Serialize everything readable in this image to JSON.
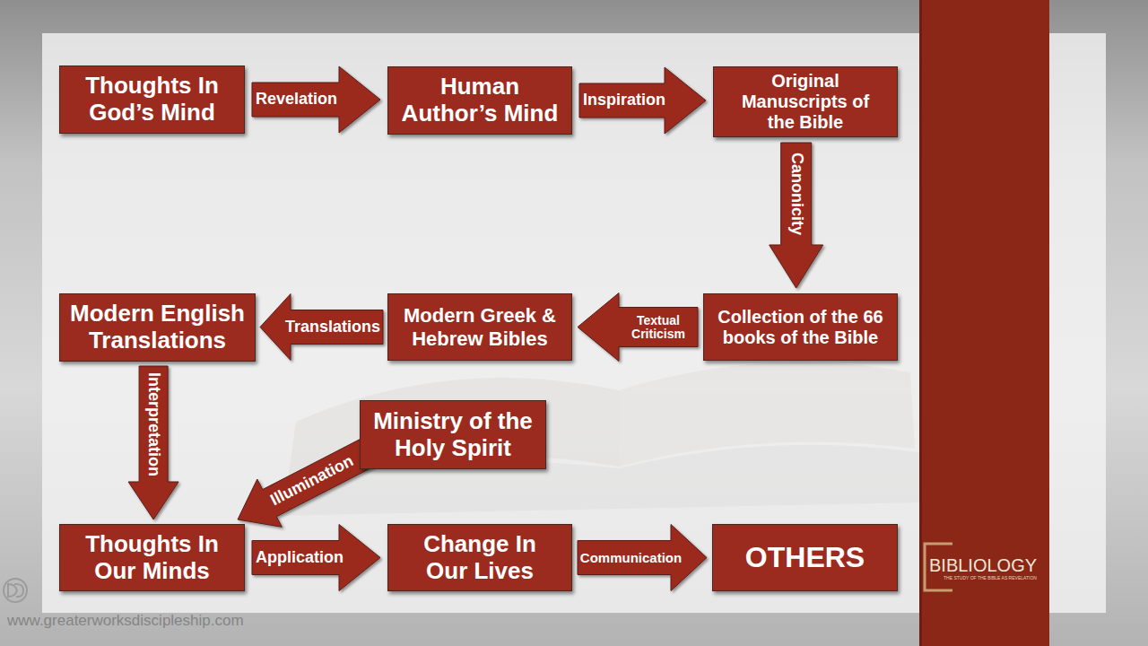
{
  "diagram": {
    "nodes": [
      {
        "text": [
          "Thoughts In God’s Mind"
        ]
      },
      {
        "text": [
          "Human Author’s Mind"
        ]
      },
      {
        "text": [
          "Original Manuscripts of the Bible"
        ]
      },
      {
        "text": [
          "Collection of the 66 books of the Bible"
        ]
      },
      {
        "text": [
          "Modern Greek & Hebrew Bibles"
        ]
      },
      {
        "text": [
          "Modern English Translations"
        ]
      },
      {
        "text": [
          "Ministry of the Holy Spirit"
        ]
      },
      {
        "text": [
          "Thoughts In Our Minds"
        ]
      },
      {
        "text": [
          "Change In Our Lives"
        ]
      },
      {
        "text": [
          "OTHERS"
        ]
      }
    ],
    "edges": [
      {
        "from": 0,
        "to": 1,
        "label": "Revelation",
        "arrow": "to"
      },
      {
        "from": 1,
        "to": 2,
        "label": "Inspiration",
        "arrow": "to"
      },
      {
        "from": 2,
        "to": 3,
        "label": "Canonicity",
        "arrow": "to"
      },
      {
        "from": 3,
        "to": 4,
        "label": "Textual Criticism",
        "arrow": "to"
      },
      {
        "from": 4,
        "to": 5,
        "label": "Translations",
        "arrow": "to"
      },
      {
        "from": 5,
        "to": 7,
        "label": "Interpretation",
        "arrow": "to"
      },
      {
        "from": 6,
        "to": 7,
        "label": "Illumination",
        "arrow": "to"
      },
      {
        "from": 7,
        "to": 8,
        "label": "Application",
        "arrow": "to"
      },
      {
        "from": 8,
        "to": 9,
        "label": "Communication",
        "arrow": "to"
      }
    ],
    "labels": [
      "BIBLIOLOGY",
      "THE STUDY OF THE BIBLE AS REVELATION",
      "www.greaterworksdiscipleship.com"
    ]
  }
}
